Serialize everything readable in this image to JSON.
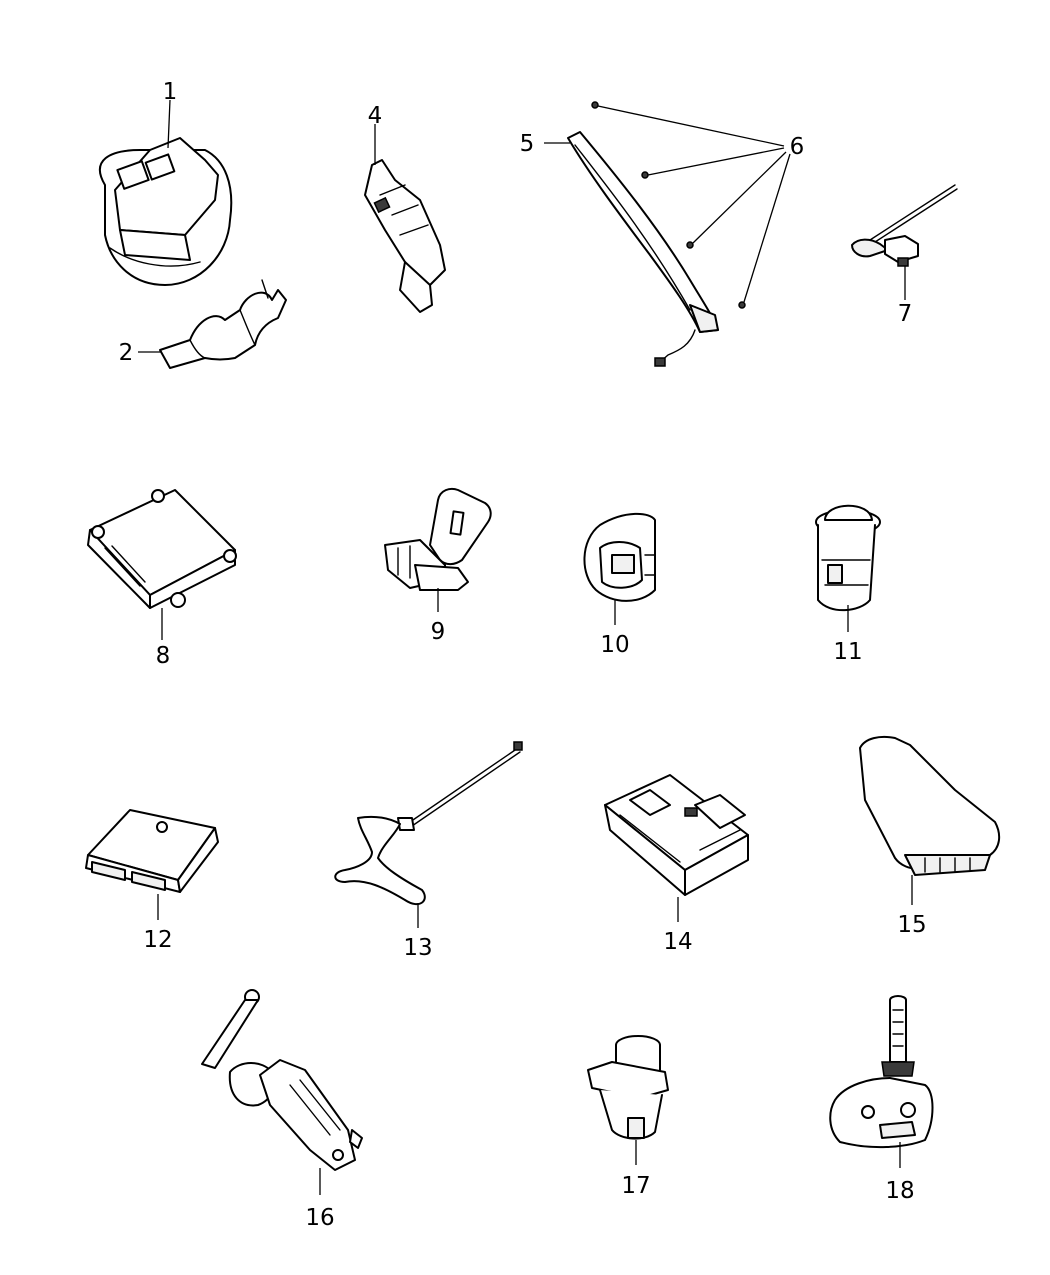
{
  "callouts": {
    "c1": "1",
    "c2": "2",
    "c4": "4",
    "c5": "5",
    "c6": "6",
    "c7": "7",
    "c8": "8",
    "c9": "9",
    "c10": "10",
    "c11": "11",
    "c12": "12",
    "c13": "13",
    "c14": "14",
    "c15": "15",
    "c16": "16",
    "c17": "17",
    "c18": "18"
  }
}
